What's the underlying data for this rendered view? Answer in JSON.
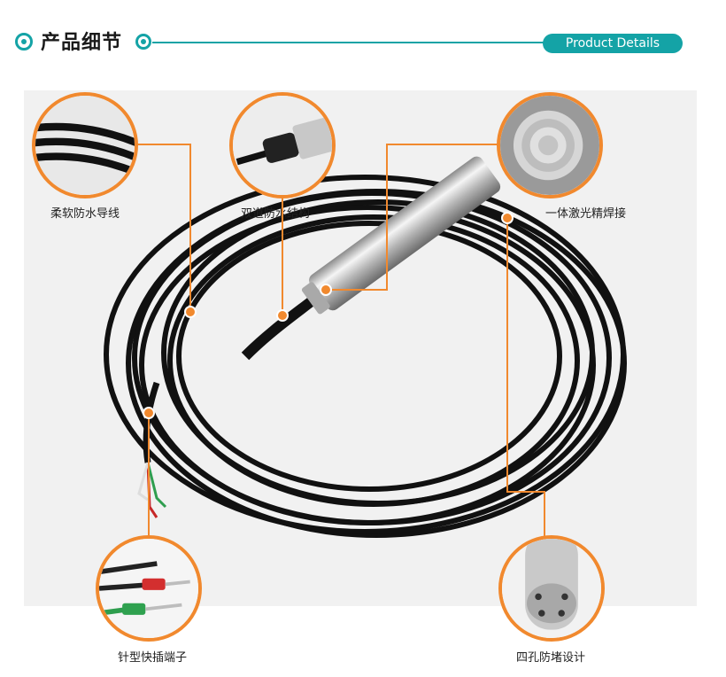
{
  "header": {
    "title": "产品细节",
    "badge": "Product Details"
  },
  "colors": {
    "accent": "#14a3a6",
    "callout": "#f1892e"
  },
  "callouts": [
    {
      "label": "柔软防水导线",
      "icon": "soft-waterproof-cable-icon"
    },
    {
      "label": "双道防水结构",
      "icon": "double-waterproof-structure-icon"
    },
    {
      "label": "一体激光精焊接",
      "icon": "laser-welding-icon"
    },
    {
      "label": "针型快插端子",
      "icon": "pin-terminal-icon"
    },
    {
      "label": "四孔防堵设计",
      "icon": "four-hole-anti-clog-icon"
    }
  ]
}
